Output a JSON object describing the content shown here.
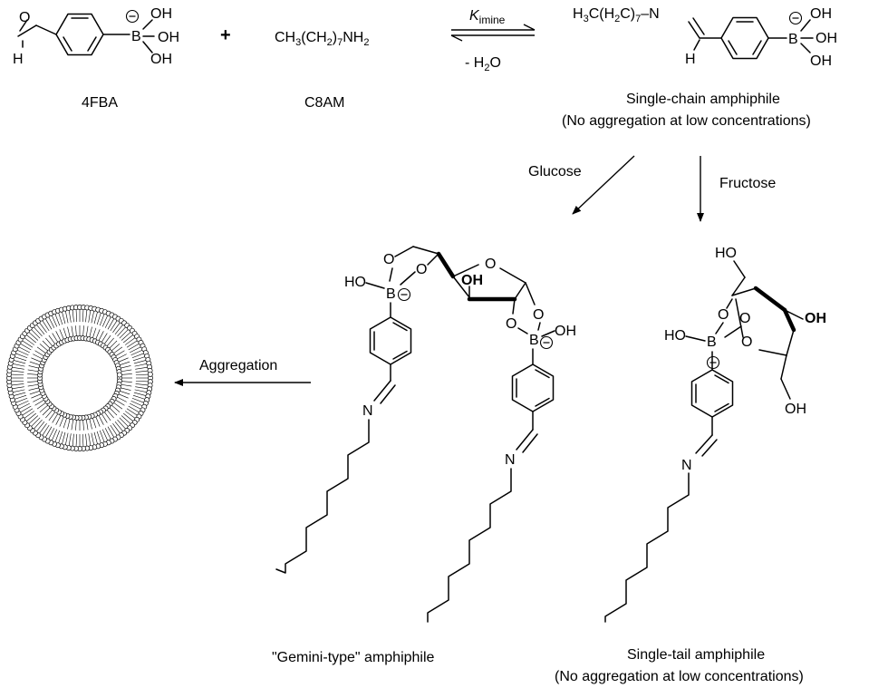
{
  "reactants": {
    "fba_label": "4FBA",
    "c8am_label": "C8AM",
    "plus": "+",
    "c8am_formula": {
      "p1": "CH",
      "s1": "3",
      "p2": "(CH",
      "s2": "2",
      "p3": ")",
      "s3": "7",
      "p4": "NH",
      "s4": "2"
    }
  },
  "equilibrium": {
    "k_symbol": "K",
    "k_subscript": "imine",
    "byproduct_prefix": "- H",
    "byproduct_sub": "2",
    "byproduct_suffix": "O"
  },
  "single_chain": {
    "formula": {
      "p1": "H",
      "s1": "3",
      "p2": "C(H",
      "s2": "2",
      "p3": "C)",
      "s3": "7",
      "p4": "–N"
    },
    "label_line1": "Single-chain amphiphile",
    "label_line2": "(No aggregation at low concentrations)"
  },
  "arrows": {
    "glucose": "Glucose",
    "fructose": "Fructose",
    "aggregation": "Aggregation"
  },
  "gemini": {
    "label": "\"Gemini-type\" amphiphile"
  },
  "single_tail": {
    "label_line1": "Single-tail amphiphile",
    "label_line2": "(No aggregation at low concentrations)"
  },
  "atoms": {
    "boron": "B",
    "hydroxyl": "OH",
    "hydroxyl_left": "HO",
    "oxygen": "O",
    "nitrogen": "N",
    "hydrogen": "H"
  }
}
